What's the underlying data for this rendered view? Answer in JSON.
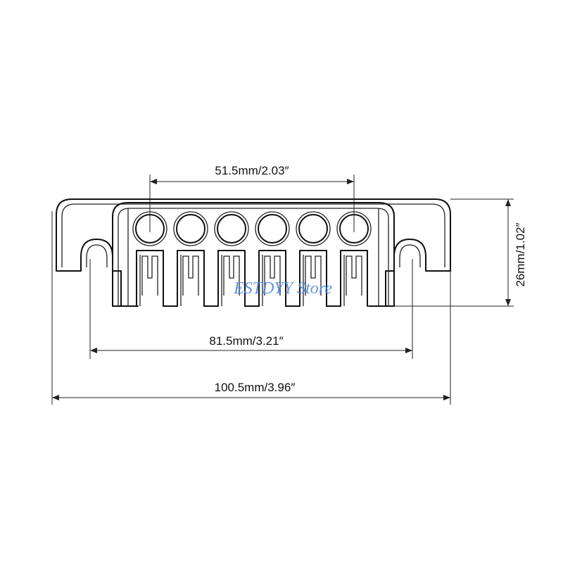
{
  "diagram": {
    "dimensions": {
      "hole_spacing": "51.5mm/2.03″",
      "mount_spacing": "81.5mm/3.21″",
      "overall_width": "100.5mm/3.96″",
      "height": "26mm/1.02″"
    },
    "watermark": "ESTDYY Store",
    "string_holes": 6,
    "colors": {
      "line": "#111111",
      "watermark": "#4a86e0",
      "background": "#ffffff"
    }
  }
}
